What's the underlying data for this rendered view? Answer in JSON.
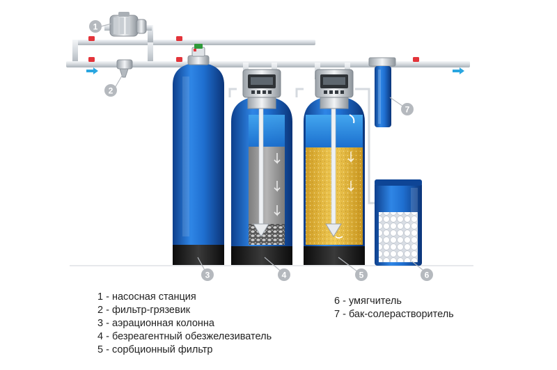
{
  "callouts": {
    "c1": "1",
    "c2": "2",
    "c3": "3",
    "c4": "4",
    "c5": "5",
    "c6": "6",
    "c7": "7"
  },
  "legend_left": [
    "1 - насосная станция",
    "2 - фильтр-грязевик",
    "3 - аэрационная колонна",
    "4 - безреагентный обезжелезиватель",
    "5 - сорбционный фильтр"
  ],
  "legend_right": [
    "6 - умягчитель",
    "7 - бак-солерастворитель"
  ],
  "colors": {
    "tank_blue": "#1f6fd0",
    "tank_dark": "#0d3f8c",
    "base": "#1c1c1c",
    "pipe": "#d8dde2",
    "valve": "#e3343a",
    "flow_arrow": "#2aa6e0",
    "gravel": "#9a9a9a",
    "sorbent": "#e2b73a",
    "badge": "#b5b9be"
  },
  "icons": [
    "pump-icon",
    "valve-icon",
    "flow-arrow-icon",
    "control-head-icon"
  ]
}
